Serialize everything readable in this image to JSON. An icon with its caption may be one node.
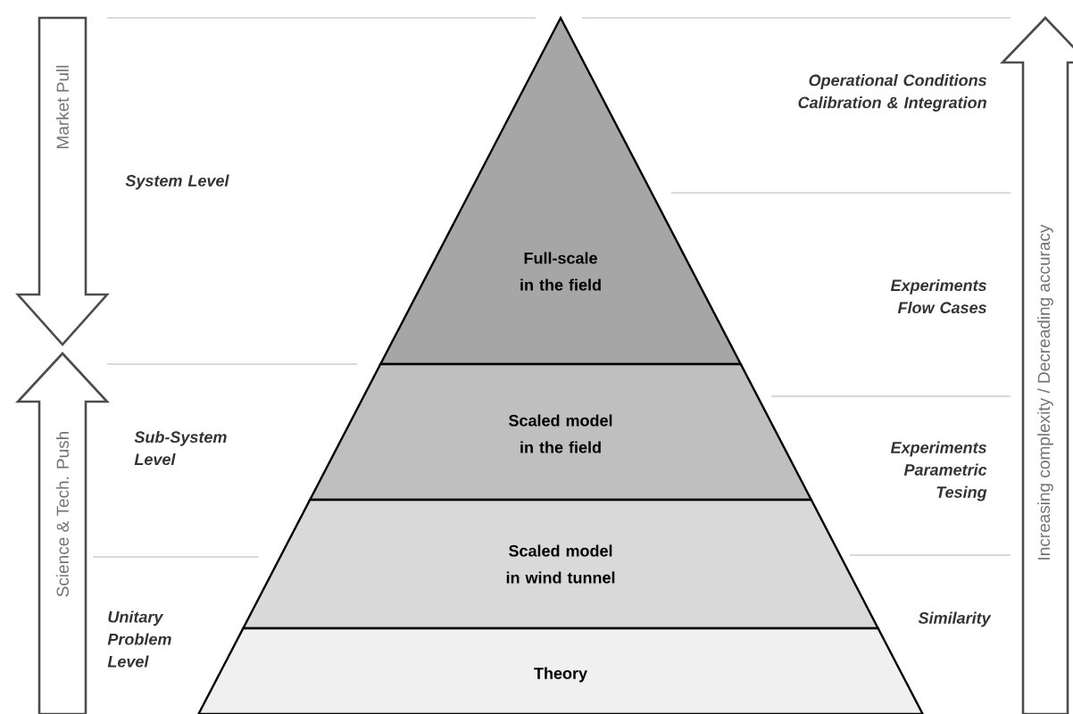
{
  "diagram": {
    "nodes": [
      {
        "text": [
          "Full-scale in the field"
        ]
      },
      {
        "text": [
          "Scaled model in the field"
        ]
      },
      {
        "text": [
          "Scaled model in wind tunnel"
        ]
      },
      {
        "text": [
          "Theory"
        ]
      },
      {
        "text": [
          "Market Pull"
        ]
      },
      {
        "text": [
          "Science & Tech. Push"
        ]
      },
      {
        "text": [
          "Increasing complexity / Decreading accuracy"
        ]
      }
    ],
    "labels": [
      "System Level",
      "Operational Conditions Calibration & Integration",
      "Experiments Flow Cases",
      "Sub-System Level",
      "Experiments Parametric Tesing",
      "Unitary Problem Level",
      "Similarity"
    ]
  }
}
